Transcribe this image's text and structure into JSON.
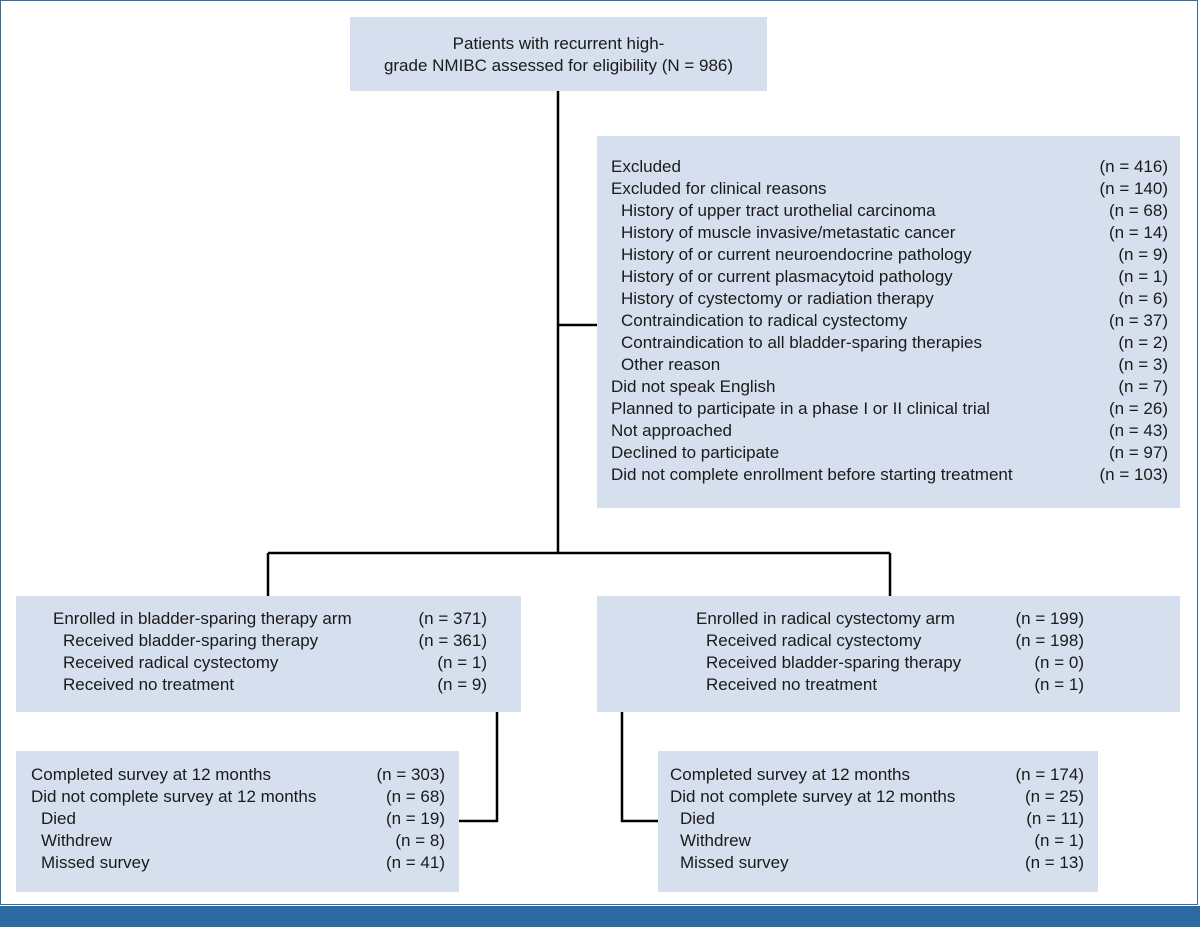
{
  "top_box": {
    "line1": "Patients with recurrent high-",
    "line2": "grade NMIBC assessed for eligibility (N = 986)"
  },
  "excluded_box": {
    "rows": [
      {
        "label": "Excluded",
        "n": "(n = 416)",
        "indent": 0
      },
      {
        "label": "Excluded for clinical reasons",
        "n": "(n = 140)",
        "indent": 0
      },
      {
        "label": "History of upper tract urothelial carcinoma",
        "n": "(n = 68)",
        "indent": 1
      },
      {
        "label": "History of muscle invasive/metastatic cancer",
        "n": "(n = 14)",
        "indent": 1
      },
      {
        "label": "History of or current neuroendocrine pathology",
        "n": "(n = 9)",
        "indent": 1
      },
      {
        "label": "History of or current plasmacytoid pathology",
        "n": "(n = 1)",
        "indent": 1
      },
      {
        "label": "History of cystectomy or radiation therapy",
        "n": "(n = 6)",
        "indent": 1
      },
      {
        "label": "Contraindication to radical cystectomy",
        "n": "(n = 37)",
        "indent": 1
      },
      {
        "label": "Contraindication to all bladder-sparing therapies",
        "n": "(n = 2)",
        "indent": 1
      },
      {
        "label": "Other reason",
        "n": "(n = 3)",
        "indent": 1
      },
      {
        "label": "Did not speak English",
        "n": "(n = 7)",
        "indent": 0
      },
      {
        "label": "Planned to participate in a phase I or II clinical trial",
        "n": "(n = 26)",
        "indent": 0
      },
      {
        "label": "Not approached",
        "n": "(n = 43)",
        "indent": 0
      },
      {
        "label": "Declined to participate",
        "n": "(n = 97)",
        "indent": 0
      },
      {
        "label": "Did not complete enrollment before starting treatment",
        "n": "(n = 103)",
        "indent": 0
      }
    ]
  },
  "arm_left": {
    "rows": [
      {
        "label": "Enrolled in bladder-sparing therapy arm",
        "n": "(n = 371)",
        "indent": 0
      },
      {
        "label": "Received bladder-sparing therapy",
        "n": "(n = 361)",
        "indent": 1
      },
      {
        "label": "Received radical cystectomy",
        "n": "(n = 1)",
        "indent": 1
      },
      {
        "label": "Received no treatment",
        "n": "(n = 9)",
        "indent": 1
      }
    ]
  },
  "arm_right": {
    "rows": [
      {
        "label": "Enrolled in radical cystectomy arm",
        "n": "(n = 199)",
        "indent": 0
      },
      {
        "label": "Received radical cystectomy",
        "n": "(n = 198)",
        "indent": 1
      },
      {
        "label": "Received bladder-sparing therapy",
        "n": "(n = 0)",
        "indent": 1
      },
      {
        "label": "Received no treatment",
        "n": "(n = 1)",
        "indent": 1
      }
    ]
  },
  "followup_left": {
    "rows": [
      {
        "label": "Completed survey at 12 months",
        "n": "(n = 303)",
        "indent": 0
      },
      {
        "label": "Did not complete survey at 12 months",
        "n": "(n = 68)",
        "indent": 0
      },
      {
        "label": "Died",
        "n": "(n = 19)",
        "indent": 1
      },
      {
        "label": "Withdrew",
        "n": "(n = 8)",
        "indent": 1
      },
      {
        "label": "Missed survey",
        "n": "(n = 41)",
        "indent": 1
      }
    ]
  },
  "followup_right": {
    "rows": [
      {
        "label": "Completed survey at 12 months",
        "n": "(n = 174)",
        "indent": 0
      },
      {
        "label": "Did not complete survey at 12 months",
        "n": "(n = 25)",
        "indent": 0
      },
      {
        "label": "Died",
        "n": "(n = 11)",
        "indent": 1
      },
      {
        "label": "Withdrew",
        "n": "(n = 1)",
        "indent": 1
      },
      {
        "label": "Missed survey",
        "n": "(n = 13)",
        "indent": 1
      }
    ]
  },
  "colors": {
    "box_fill": "#d5dfed",
    "connector": "#000000",
    "accent_bar": "#2b6aa3"
  }
}
